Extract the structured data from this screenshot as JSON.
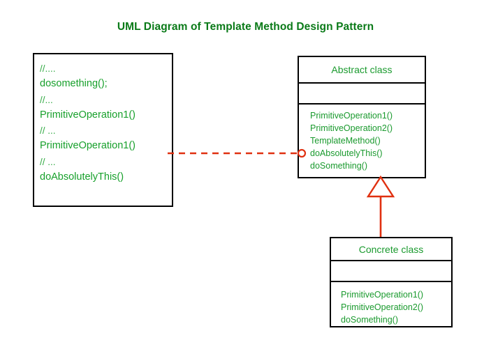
{
  "diagram": {
    "title": "UML Diagram of Template Method Design Pattern",
    "title_color": "#0a7a18",
    "text_color": "#1a9a2e",
    "comment_color": "#33aa44",
    "border_color": "#000000",
    "connector_color": "#e03010",
    "background": "#ffffff"
  },
  "note": {
    "name": "template-method-note",
    "lines": [
      "//....",
      "dosomething();",
      "//...",
      "PrimitiveOperation1()",
      "// ...",
      "PrimitiveOperation1()",
      "// ...",
      "doAbsolutelyThis()"
    ]
  },
  "abstract_class": {
    "name": "Abstract class",
    "attributes": [],
    "methods": [
      "PrimitiveOperation1()",
      "PrimitiveOperation2()",
      "TemplateMethod()",
      "doAbsolutelyThis()",
      "doSomething()"
    ]
  },
  "concrete_class": {
    "name": "Concrete class",
    "attributes": [],
    "methods": [
      "PrimitiveOperation1()",
      "PrimitiveOperation2()",
      "doSomething()"
    ]
  },
  "connectors": {
    "note_link": {
      "type": "dashed-anchor",
      "from": "template-method-note",
      "to": "abstract-class-doAbsolutelyThis",
      "color": "#e03010"
    },
    "generalization": {
      "type": "inheritance-arrow",
      "from": "concrete-class",
      "to": "abstract-class",
      "color": "#e03010"
    }
  }
}
